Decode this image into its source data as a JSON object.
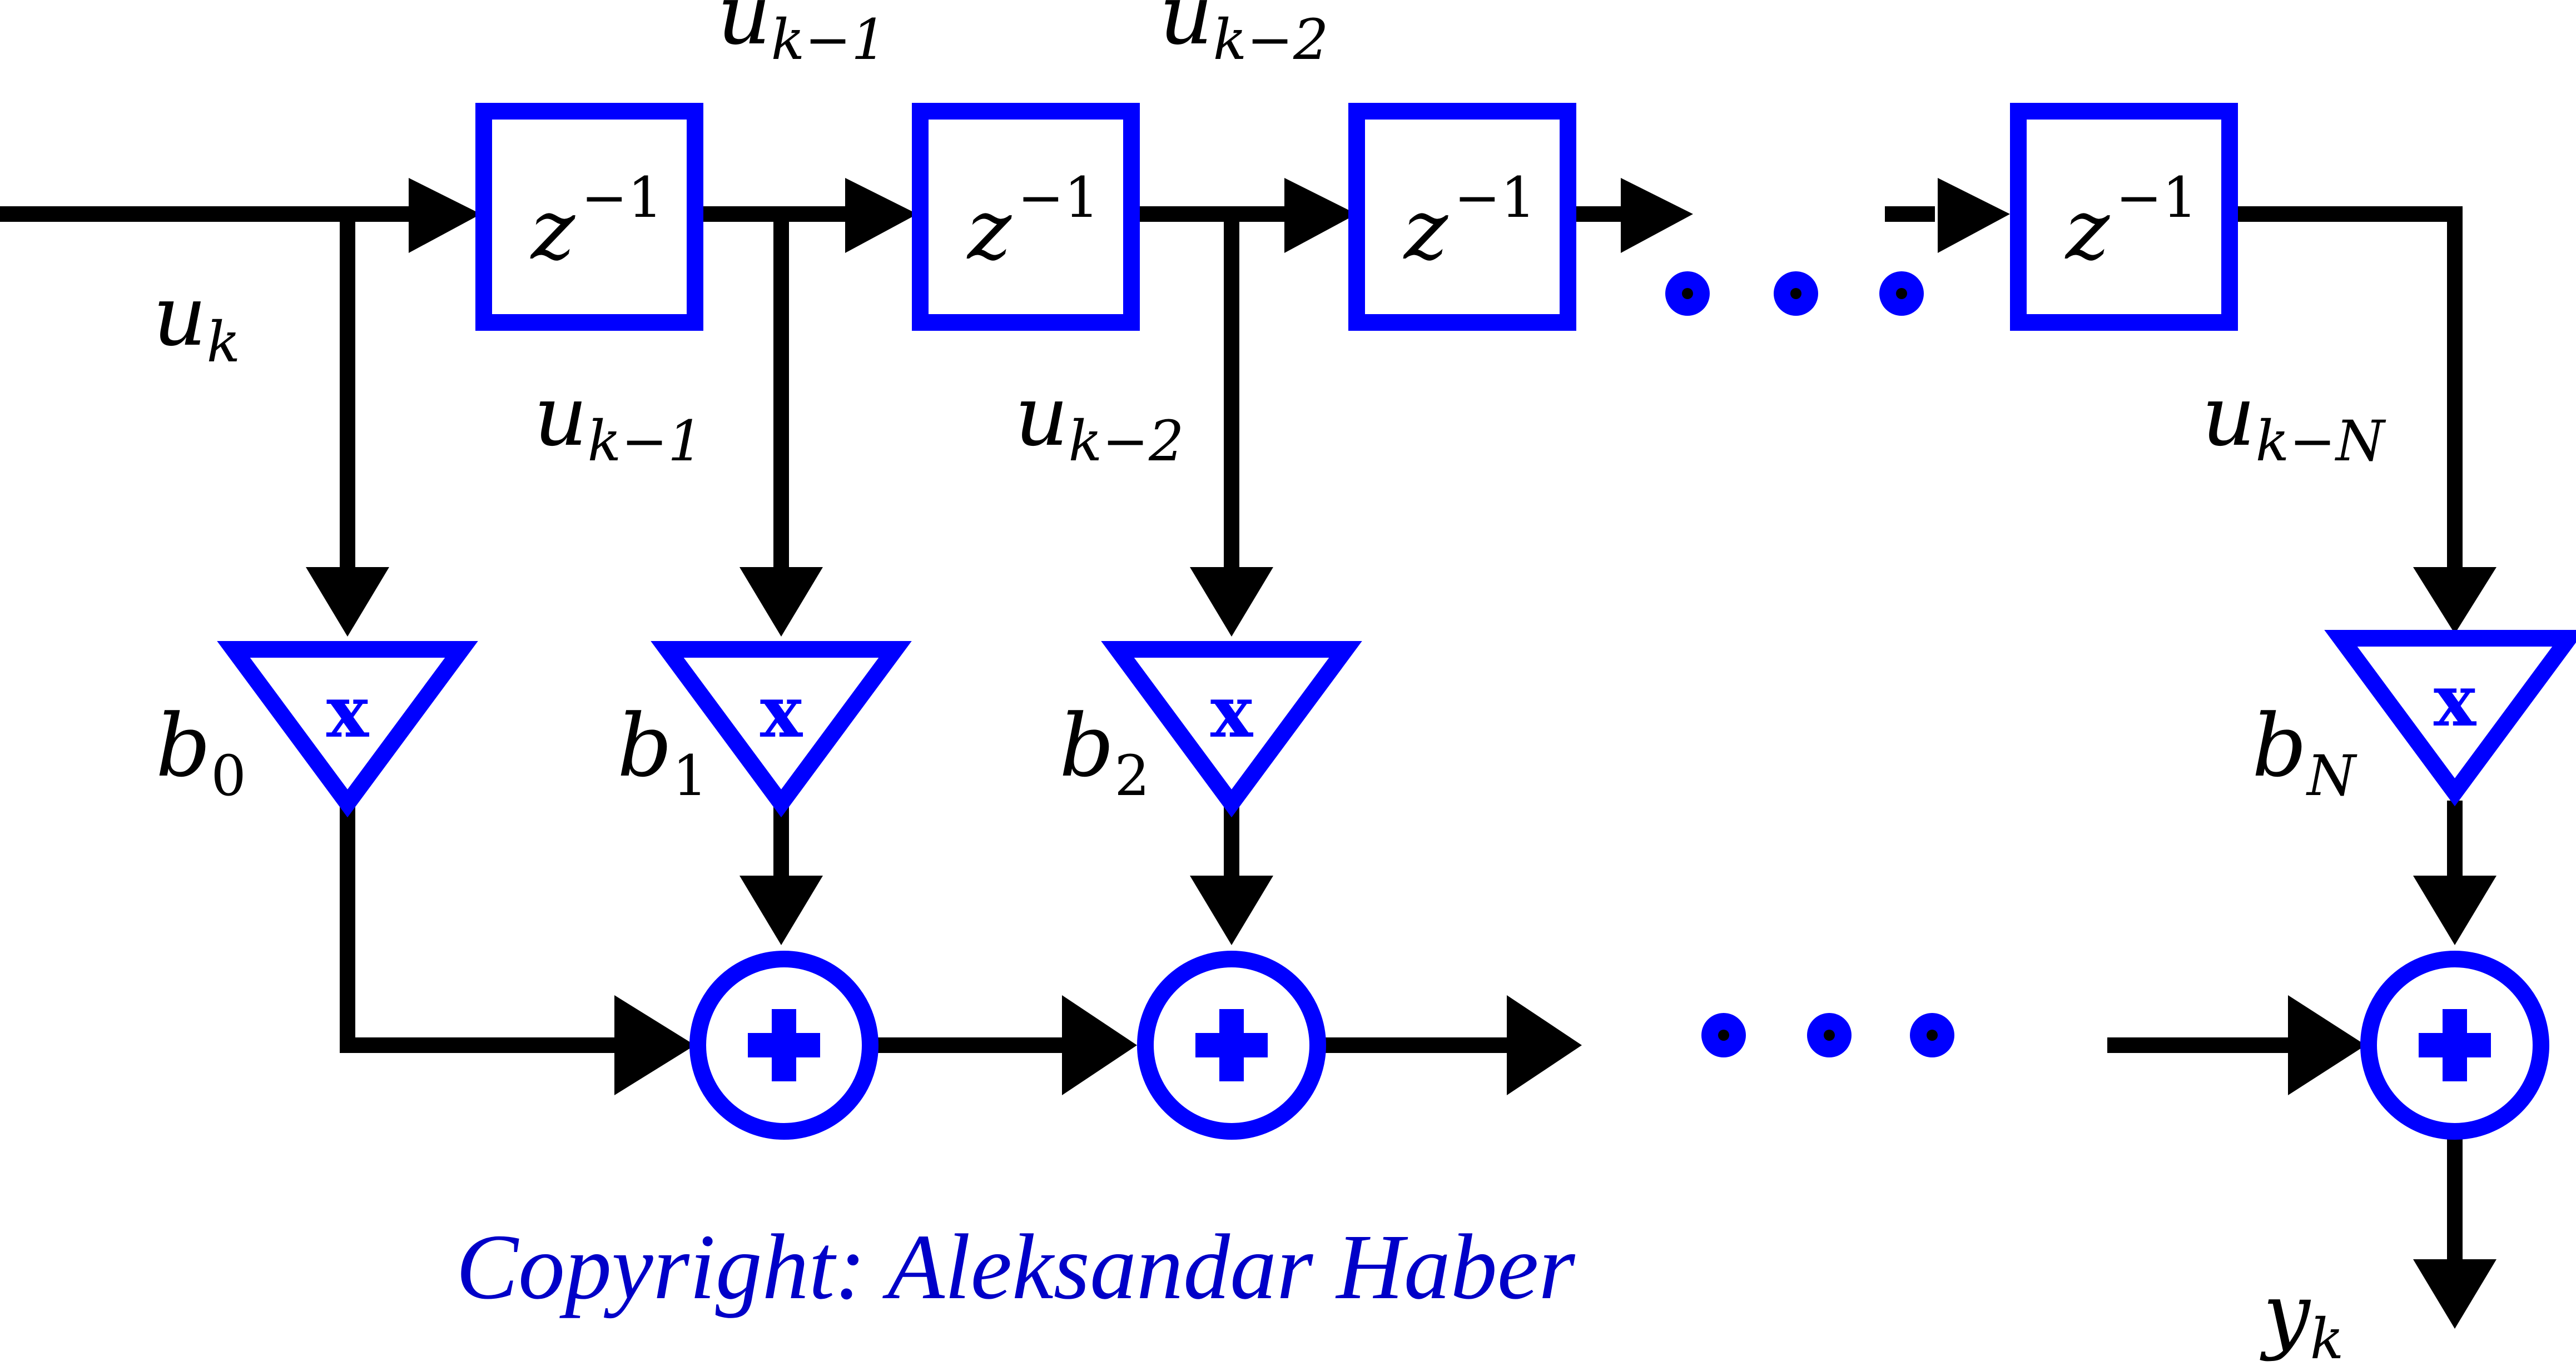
{
  "delay_blocks": [
    {
      "base": "z",
      "exponent": "−1"
    },
    {
      "base": "z",
      "exponent": "−1"
    },
    {
      "base": "z",
      "exponent": "−1"
    },
    {
      "base": "z",
      "exponent": "−1"
    }
  ],
  "multiplier_symbol": "x",
  "adder_symbol": "+",
  "signals": {
    "u_k": {
      "base": "u",
      "sub": "k"
    },
    "u_k1_top": {
      "base": "u",
      "sub": "k−1"
    },
    "u_k2_top": {
      "base": "u",
      "sub": "k−2"
    },
    "u_k1": {
      "base": "u",
      "sub": "k−1"
    },
    "u_k2": {
      "base": "u",
      "sub": "k−2"
    },
    "u_kN": {
      "base": "u",
      "sub": "k−N"
    },
    "y_k": {
      "base": "y",
      "sub": "k"
    }
  },
  "coefficients": {
    "b0": {
      "base": "b",
      "sub": "0"
    },
    "b1": {
      "base": "b",
      "sub": "1"
    },
    "b2": {
      "base": "b",
      "sub": "2"
    },
    "bN": {
      "base": "b",
      "sub": "N"
    }
  },
  "copyright": "Copyright: Aleksandar Haber",
  "colors": {
    "blocks": "#0000ff",
    "wires": "#000000",
    "copyright_text": "#0000c8"
  }
}
